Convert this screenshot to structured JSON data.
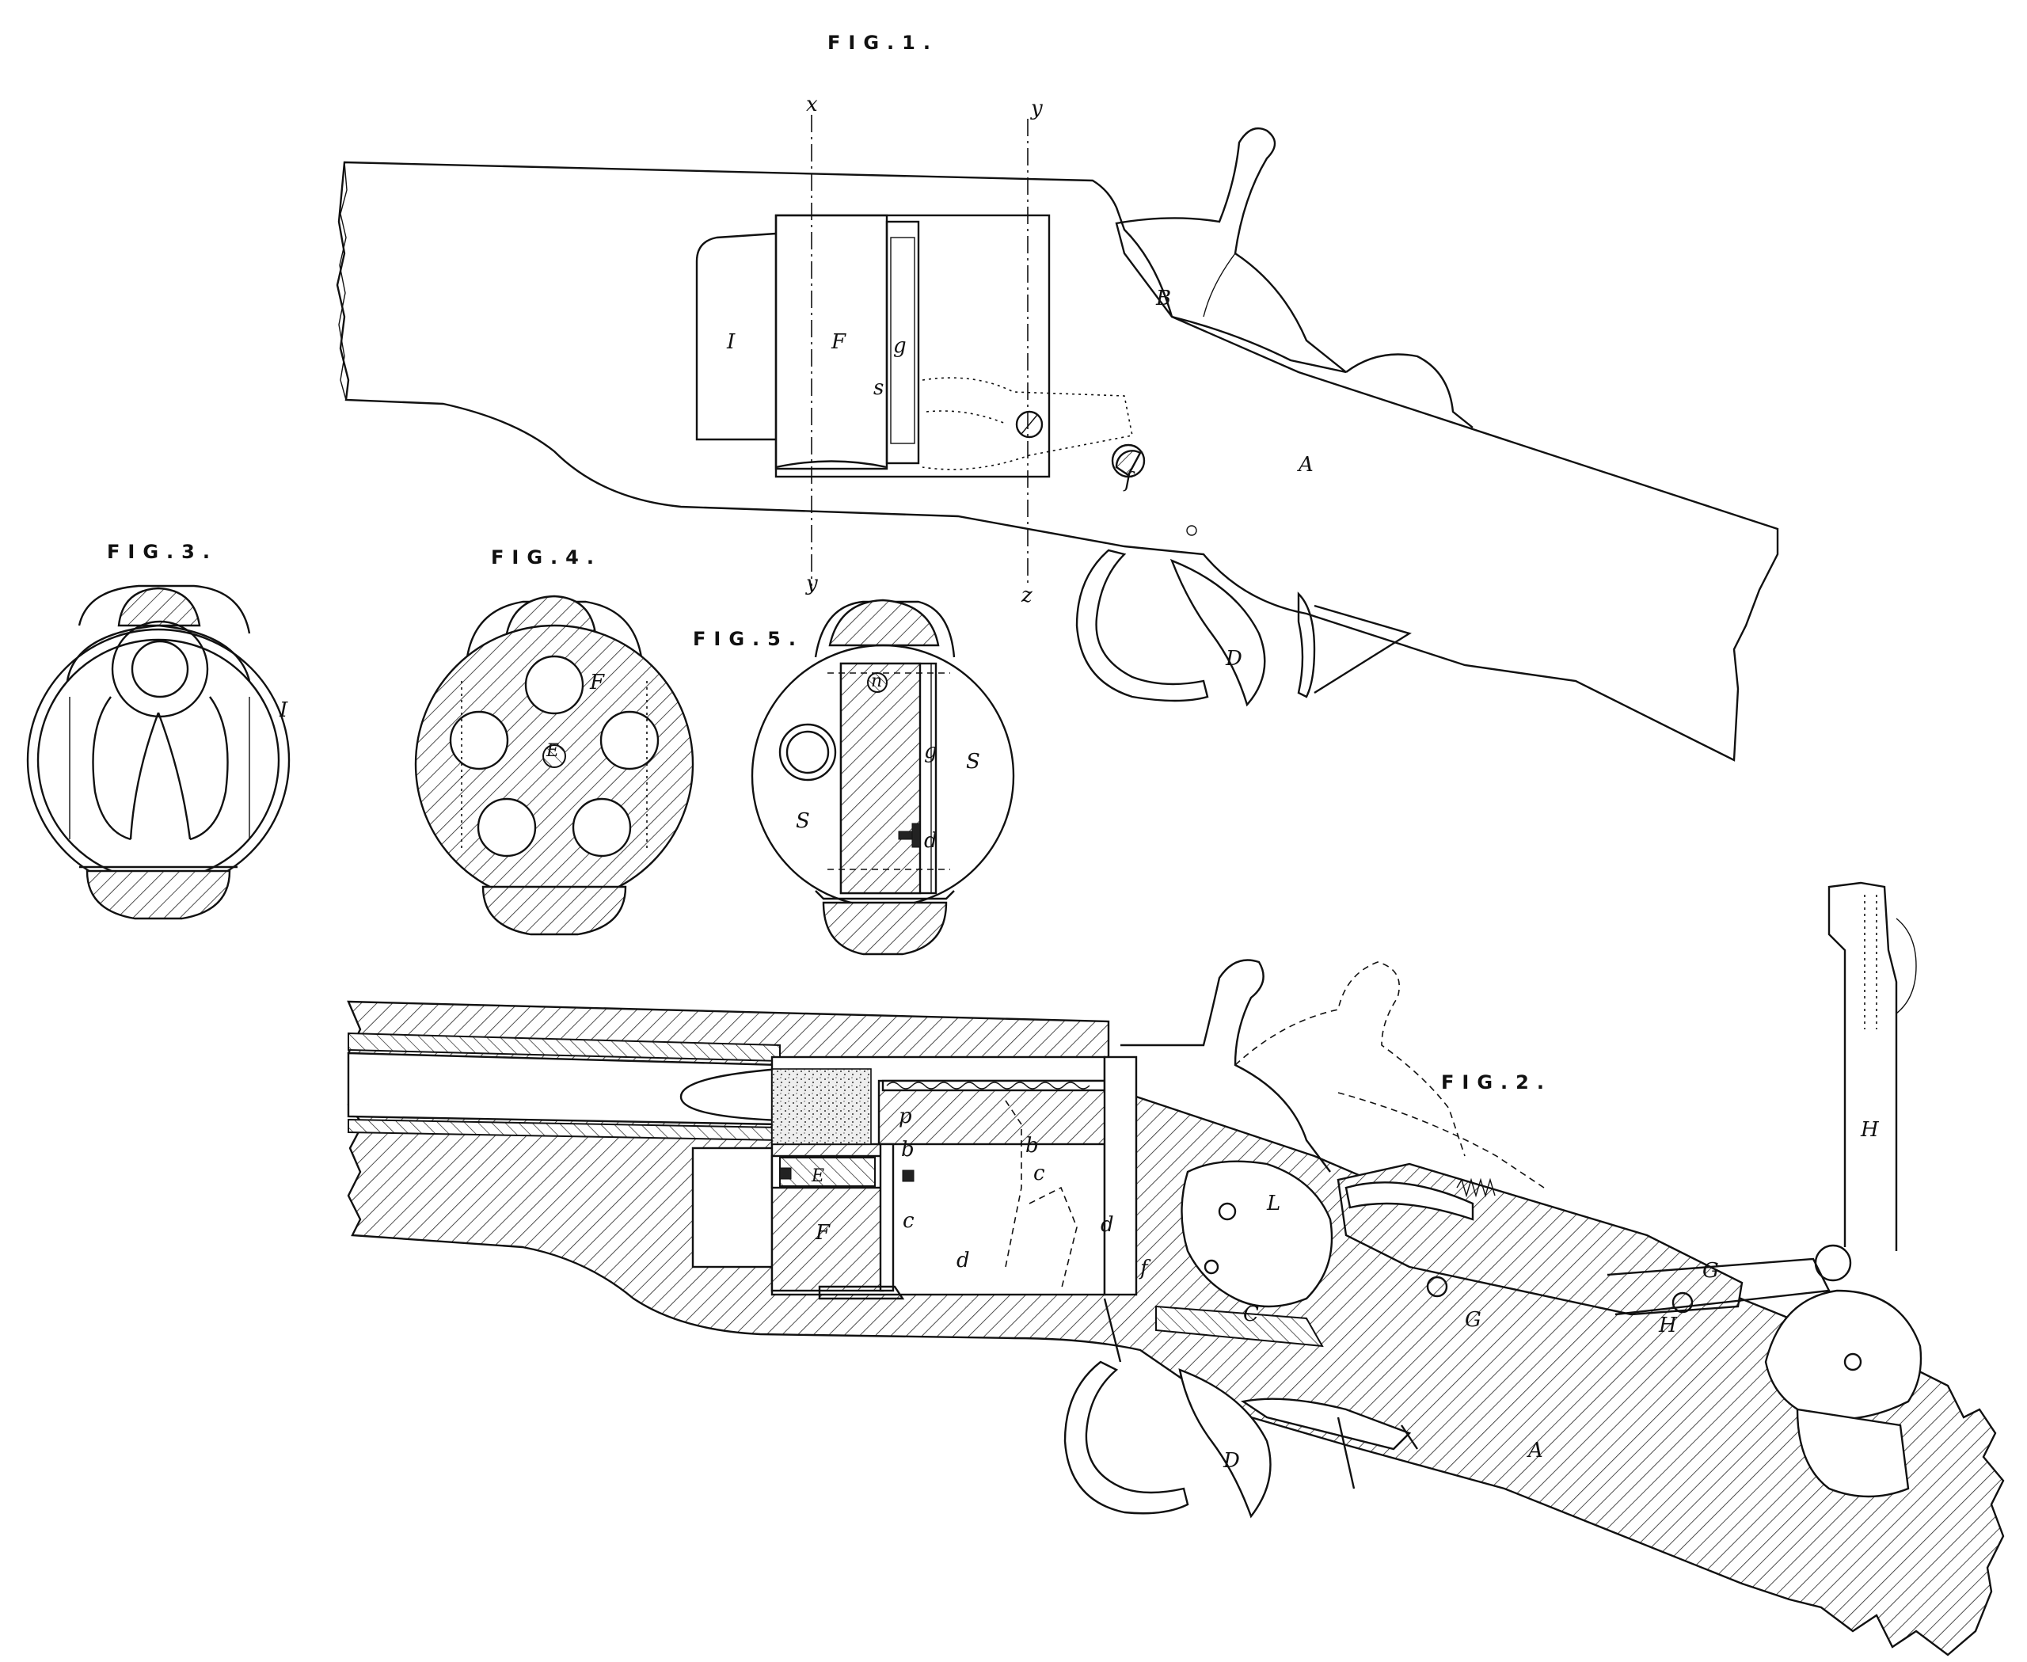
{
  "figures": {
    "fig1": {
      "title": "FIG.1.",
      "labels": {
        "x": "x",
        "y_top": "y",
        "y_bottom": "y",
        "z": "z",
        "I": "I",
        "F": "F",
        "g": "g",
        "s": "s",
        "B": "B",
        "A": "A",
        "f": "f",
        "D": "D"
      }
    },
    "fig2": {
      "title": "FIG.2.",
      "labels": {
        "p": "p",
        "b1": "b",
        "b2": "b",
        "c1": "c",
        "c2": "c",
        "E": "E",
        "F": "F",
        "d1": "d",
        "d2": "d",
        "f": "f",
        "L": "L",
        "C": "C",
        "G1": "G",
        "G2": "G",
        "H1": "H",
        "H2": "H",
        "A": "A",
        "D": "D"
      }
    },
    "fig3": {
      "title": "FIG.3.",
      "labels": {
        "I": "I"
      }
    },
    "fig4": {
      "title": "FIG.4.",
      "labels": {
        "F": "F",
        "E": "E"
      }
    },
    "fig5": {
      "title": "FIG.5.",
      "labels": {
        "n": "n",
        "g": "g",
        "S_right": "S",
        "S_left": "S",
        "d": "d"
      }
    }
  }
}
